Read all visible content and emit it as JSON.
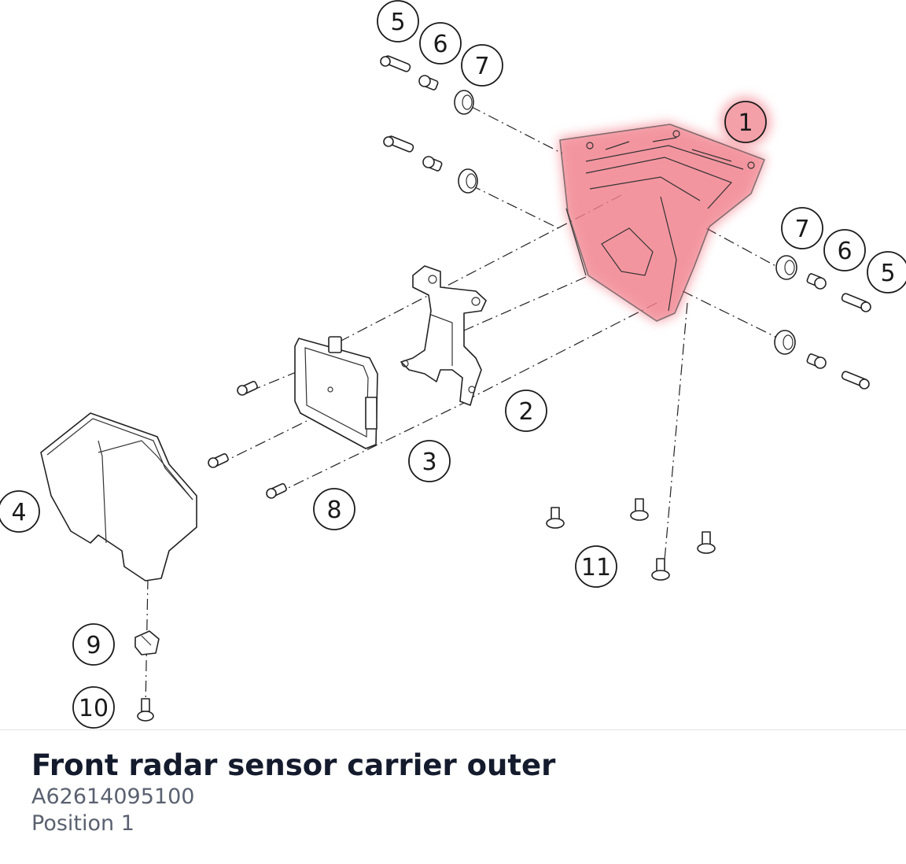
{
  "part": {
    "name": "Front radar sensor carrier outer",
    "number": "A62614095100",
    "position": "Position 1"
  },
  "highlight_color": "#ef5b6a",
  "callouts": [
    "5",
    "6",
    "7",
    "1",
    "7",
    "6",
    "5",
    "2",
    "3",
    "4",
    "8",
    "11",
    "9",
    "10"
  ]
}
